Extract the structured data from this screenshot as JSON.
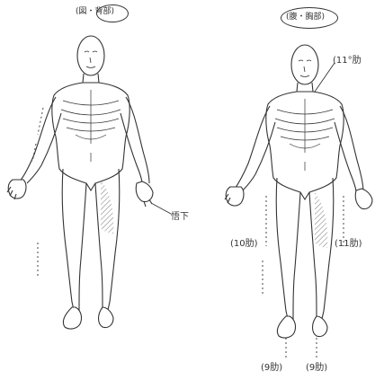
{
  "figures": [
    {
      "caption": "(図・背部)"
    },
    {
      "caption": "(腹・胸部)"
    }
  ],
  "annotations": {
    "rib": "(11°肋",
    "below": "悟下",
    "left_rib": "(10肋)",
    "right_rib": "(11肋)",
    "bottom_left": "(9肋)",
    "bottom_right": "(9肋)"
  },
  "colors": {
    "ink": "#333333",
    "background": "#ffffff"
  }
}
